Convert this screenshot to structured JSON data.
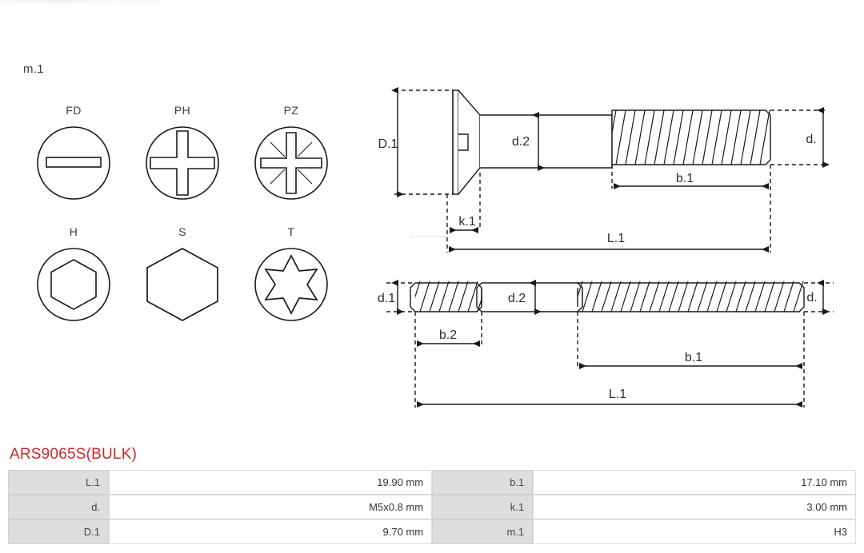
{
  "part": {
    "number": "ARS9065S(BULK)"
  },
  "drive_types": {
    "caption": "m.1",
    "rows": [
      [
        {
          "label": "FD",
          "icon": "slotted-drive-icon"
        },
        {
          "label": "PH",
          "icon": "phillips-drive-icon"
        },
        {
          "label": "PZ",
          "icon": "pozidriv-drive-icon"
        }
      ],
      [
        {
          "label": "H",
          "icon": "hex-socket-drive-icon"
        },
        {
          "label": "S",
          "icon": "hex-head-drive-icon"
        },
        {
          "label": "T",
          "icon": "torx-drive-icon"
        }
      ]
    ]
  },
  "diagram_top": {
    "name": "countersunk-slotted-screw-diagram",
    "dimensions": {
      "head_diameter": "D.1",
      "shank_diameter": "d.2",
      "thread_diameter": "d.",
      "thread_length": "b.1",
      "head_height": "k.1",
      "total_length": "L.1"
    }
  },
  "diagram_bottom": {
    "name": "double-ended-stud-diagram",
    "dimensions": {
      "left_thread_diameter": "d.1",
      "middle_diameter": "d.2",
      "right_thread_diameter": "d.",
      "left_thread_length": "b.2",
      "right_thread_length": "b.1",
      "total_length": "L.1"
    }
  },
  "spec_table": {
    "rows": [
      {
        "key_left": "L.1",
        "value_left": "19.90 mm",
        "key_right": "b.1",
        "value_right": "17.10 mm"
      },
      {
        "key_left": "d.",
        "value_left": "M5x0.8 mm",
        "key_right": "k.1",
        "value_right": "3.00 mm"
      },
      {
        "key_left": "D.1",
        "value_left": "9.70 mm",
        "key_right": "m.1",
        "value_right": "H3"
      }
    ]
  },
  "colors": {
    "title": "#c62b2b",
    "key_cell_bg": "#dddddd",
    "line": "#1a1a1a"
  }
}
